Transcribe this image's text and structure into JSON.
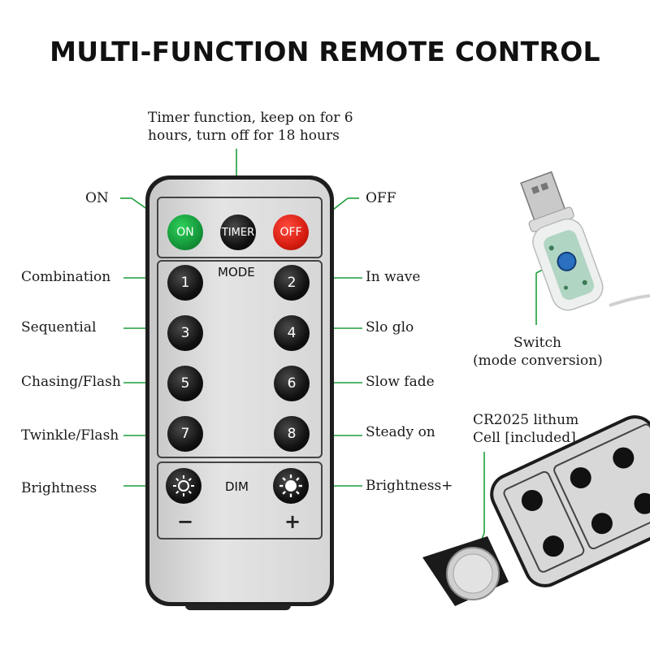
{
  "title": "MULTI-FUNCTION REMOTE CONTROL",
  "timer_note": "Timer function, keep on for 6 hours, turn off for 18 hours",
  "top_buttons": {
    "on": "ON",
    "timer": "TIMER",
    "off": "OFF"
  },
  "mode_label": "MODE",
  "dim_label": "DIM",
  "minus_sign": "−",
  "plus_sign": "+",
  "numbers": [
    "1",
    "2",
    "3",
    "4",
    "5",
    "6",
    "7",
    "8"
  ],
  "labels": {
    "on": "ON",
    "off": "OFF",
    "combination": "Combination",
    "in_wave": "In wave",
    "sequential": "Sequential",
    "slo_glo": "Slo glo",
    "chasing": "Chasing/Flash",
    "slow_fade": "Slow fade",
    "twinkle": "Twinkle/Flash",
    "steady_on": "Steady on",
    "brightness_minus": "Brightness",
    "brightness_plus": "Brightness+"
  },
  "switch_note": {
    "line1": "Switch",
    "line2": "(mode conversion)"
  },
  "battery_note": {
    "line1": "CR2025 lithum",
    "line2": "Cell [included]"
  },
  "colors": {
    "line": "#1e9e3c",
    "on_button": "#14963a",
    "off_button": "#d61c10"
  },
  "icons": [
    "sun-dim-icon",
    "sun-bright-icon",
    "usb-plug-icon",
    "battery-cell-icon"
  ]
}
